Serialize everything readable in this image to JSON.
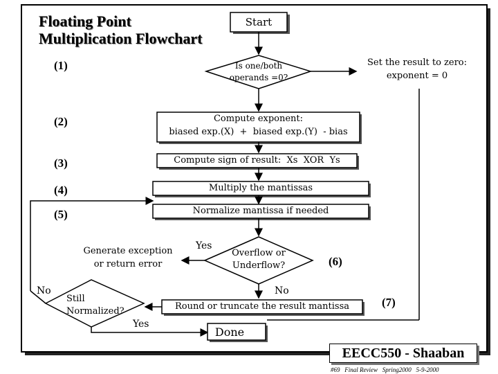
{
  "title_line1": "Floating Point",
  "title_line2": "Multiplication Flowchart",
  "start": "Start",
  "decision_zero_l1": "Is one/both",
  "decision_zero_l2": "operands =0?",
  "set_zero_l1": "Set the result to zero:",
  "set_zero_l2": "exponent = 0",
  "compute_exp_l1": "Compute exponent:",
  "compute_exp_l2": "biased exp.(X)  +  biased exp.(Y)  - bias",
  "compute_sign": "Compute sign of result:  Xs  XOR  Ys",
  "multiply": "Multiply the mantissas",
  "normalize": "Normalize mantissa if needed",
  "generate_exc_l1": "Generate exception",
  "generate_exc_l2": "or return error",
  "overflow_l1": "Overflow or",
  "overflow_l2": "Underflow?",
  "still_norm_l1": "Still",
  "still_norm_l2": "Normalized?",
  "round": "Round or truncate the result mantissa",
  "done": "Done",
  "steps": [
    "(1)",
    "(2)",
    "(3)",
    "(4)",
    "(5)",
    "(6)",
    "(7)"
  ],
  "yes": "Yes",
  "no": "No",
  "brand": "EECC550 - Shaaban",
  "footer": "#69   Final Review   Spring2000   5-9-2000"
}
